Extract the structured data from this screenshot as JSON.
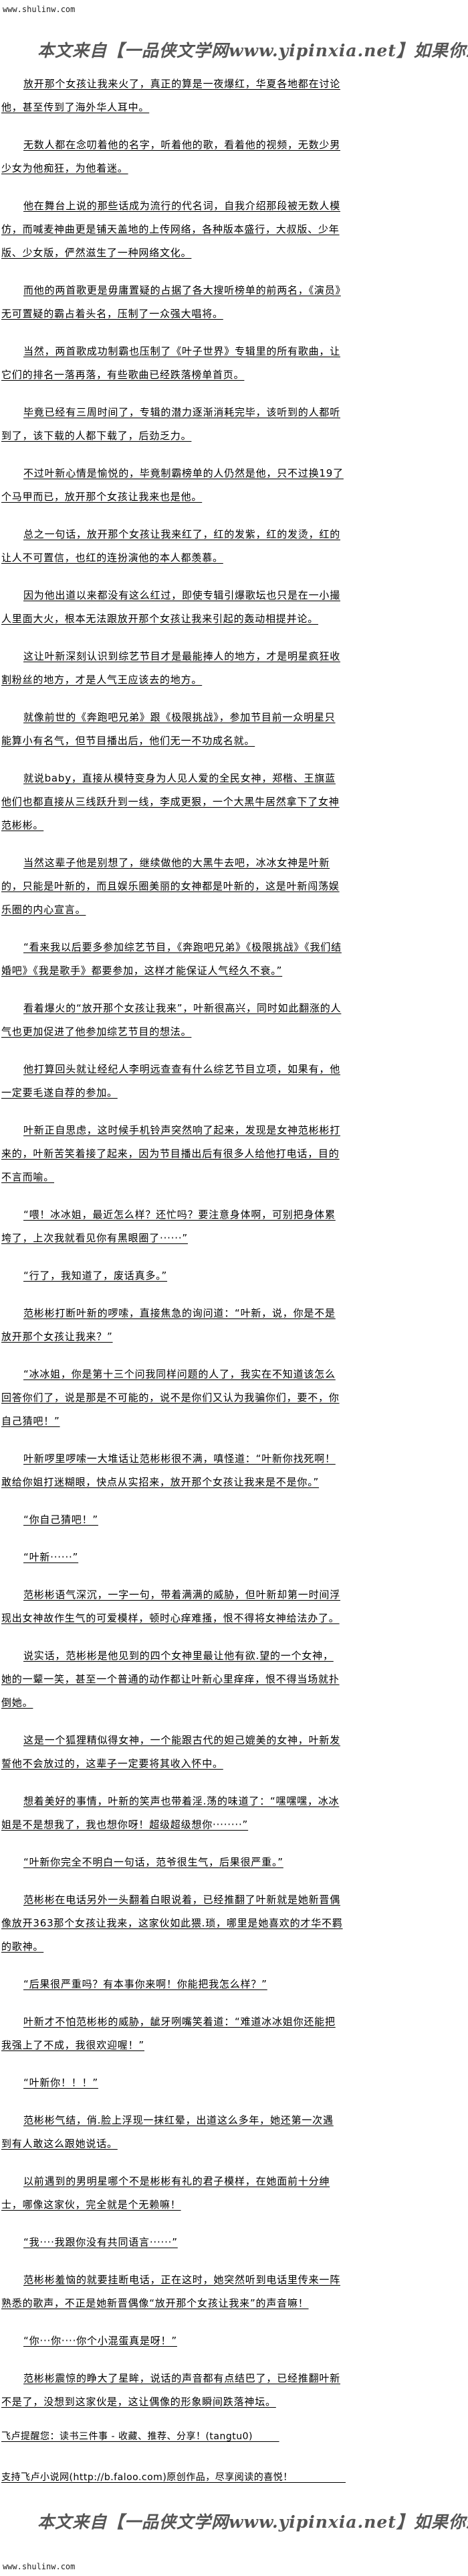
{
  "site": "www.shulinw.com",
  "banner": "本文来自【一品侠文学网www.yipinxia.net】如果你想看完整版小说，请",
  "paragraphs": [
    "放开那个女孩让我来火了，真正的算是一夜爆红，华夏各地都在讨论他，甚至传到了海外华人耳中。",
    "无数人都在念叨着他的名字，听着他的歌，看着他的视频，无数少男少女为他痴狂，为他着迷。",
    "他在舞台上说的那些话成为流行的代名词，自我介绍那段被无数人模仿，而喊麦神曲更是铺天盖地的上传网络，各种版本盛行，大叔版、少年版、少女版，俨然滋生了一种网络文化。",
    "而他的两首歌更是毋庸置疑的占据了各大搜听榜单的前两名，《演员》无可置疑的霸占着头名，压制了一众强大唱将。",
    "当然，两首歌成功制霸也压制了《叶子世界》专辑里的所有歌曲，让它们的排名一落再落，有些歌曲已经跌落榜单首页。",
    "毕竟已经有三周时间了，专辑的潜力逐渐消耗完毕，该听到的人都听到了，该下载的人都下载了，后劲乏力。",
    "不过叶新心情是愉悦的，毕竟制霸榜单的人仍然是他，只不过换19了个马甲而已，放开那个女孩让我来也是他。",
    "总之一句话，放开那个女孩让我来红了，红的发紫，红的发烫，红的让人不可置信，也红的连扮演他的本人都羡慕。",
    "因为他出道以来都没有这么红过，即使专辑引爆歌坛也只是在一小撮人里面大火，根本无法跟放开那个女孩让我来引起的轰动相提并论。",
    "这让叶新深刻认识到综艺节目才是最能捧人的地方，才是明星疯狂收割粉丝的地方，才是人气王应该去的地方。",
    "就像前世的《奔跑吧兄弟》跟《极限挑战》，参加节目前一众明星只能算小有名气，但节目播出后，他们无一不功成名就。",
    "就说baby，直接从模特变身为人见人爱的全民女神，郑楷、王旗蓝他们也都直接从三线跃升到一线，李成更狠，一个大黑牛居然拿下了女神范彬彬。",
    "当然这辈子他是别想了，继续做他的大黑牛去吧，冰冰女神是叶新的，只能是叶新的，而且娱乐圈美丽的女神都是叶新的，这是叶新闯荡娱乐圈的内心宣言。",
    "“看来我以后要多参加综艺节目，《奔跑吧兄弟》《极限挑战》《我们结婚吧》《我是歌手》都要参加，这样才能保证人气经久不衰。”",
    "看着爆火的“放开那个女孩让我来”，叶新很高兴，同时如此翻涨的人气也更加促进了他参加综艺节目的想法。",
    "他打算回头就让经纪人李明远查查有什么综艺节目立项，如果有，他一定要毛遂自荐的参加。",
    "叶新正自思虑，这时候手机铃声突然响了起来，发现是女神范彬彬打来的，叶新苦笑着接了起来，因为节目播出后有很多人给他打电话，目的不言而喻。",
    "“喂！冰冰姐，最近怎么样？还忙吗？要注意身体啊，可别把身体累垮了，上次我就看见你有黑眼圈了······”",
    "“行了，我知道了，废话真多。”",
    "范彬彬打断叶新的啰嗦，直接焦急的询问道：“叶新，说，你是不是放开那个女孩让我来？”",
    "“冰冰姐，你是第十三个问我同样问题的人了，我实在不知道该怎么回答你们了，说是那是不可能的，说不是你们又认为我骗你们，要不，你自己猜吧！”",
    "叶新啰里啰嗦一大堆话让范彬彬很不满，嗔怪道：“叶新你找死啊！敢给你姐打迷糊眼，快点从实招来，放开那个女孩让我来是不是你。”",
    "“你自己猜吧！”",
    "“叶新······”",
    "范彬彬语气深沉，一字一句，带着满满的威胁，但叶新却第一时间浮现出女神故作生气的可爱模样，顿时心痒难搔，恨不得将女神给法办了。",
    "说实话，范彬彬是他见到的四个女神里最让他有欲.望的一个女神，她的一颦一笑，甚至一个普通的动作都让叶新心里痒痒，恨不得当场就扑倒她。",
    "这是一个狐狸精似得女神，一个能跟古代的妲己媲美的女神，叶新发誓他不会放过的，这辈子一定要将其收入怀中。",
    "想着美好的事情，叶新的笑声也带着淫.荡的味道了：“嘿嘿嘿，冰冰姐是不是想我了，我也想你呀！超级超级想你········”",
    "“叶新你完全不明白一句话，范爷很生气，后果很严重。”",
    "范彬彬在电话另外一头翻着白眼说着，已经推翻了叶新就是她新晋偶像放开363那个女孩让我来，这家伙如此猥.琐，哪里是她喜欢的才华不羁的歌神。",
    "“后果很严重吗？有本事你来啊！你能把我怎么样？”",
    "叶新才不怕范彬彬的威胁，龇牙咧嘴笑着道：“难道冰冰姐你还能把我强上了不成，我很欢迎喔！”",
    "“叶新你！！！”",
    "范彬彬气结，俏.脸上浮现一抹红晕，出道这么多年，她还第一次遇到有人敢这么跟她说话。",
    "以前遇到的男明星哪个不是彬彬有礼的君子模样，在她面前十分绅士，哪像这家伙，完全就是个无赖嘛！",
    "“我····我跟你没有共同语言······”",
    "范彬彬羞恼的就要挂断电话，正在这时，她突然听到电话里传来一阵熟悉的歌声，不正是她新晋偶像“放开那个女孩让我来”的声音嘛！",
    "“你···你····你个小混蛋真是呀！”",
    "范彬彬震惊的睁大了星眸，说话的声音都有点结巴了，已经推翻叶新不是了，没想到这家伙是，这让偶像的形象瞬间跌落神坛。"
  ],
  "footer": {
    "reminder": "飞卢提醒您：读书三件事 - 收藏、推荐、分享！(tangtu0)        ",
    "support": "支持飞卢小说网(http://b.faloo.com)原创作品，尽享阅读的喜悦！                "
  }
}
